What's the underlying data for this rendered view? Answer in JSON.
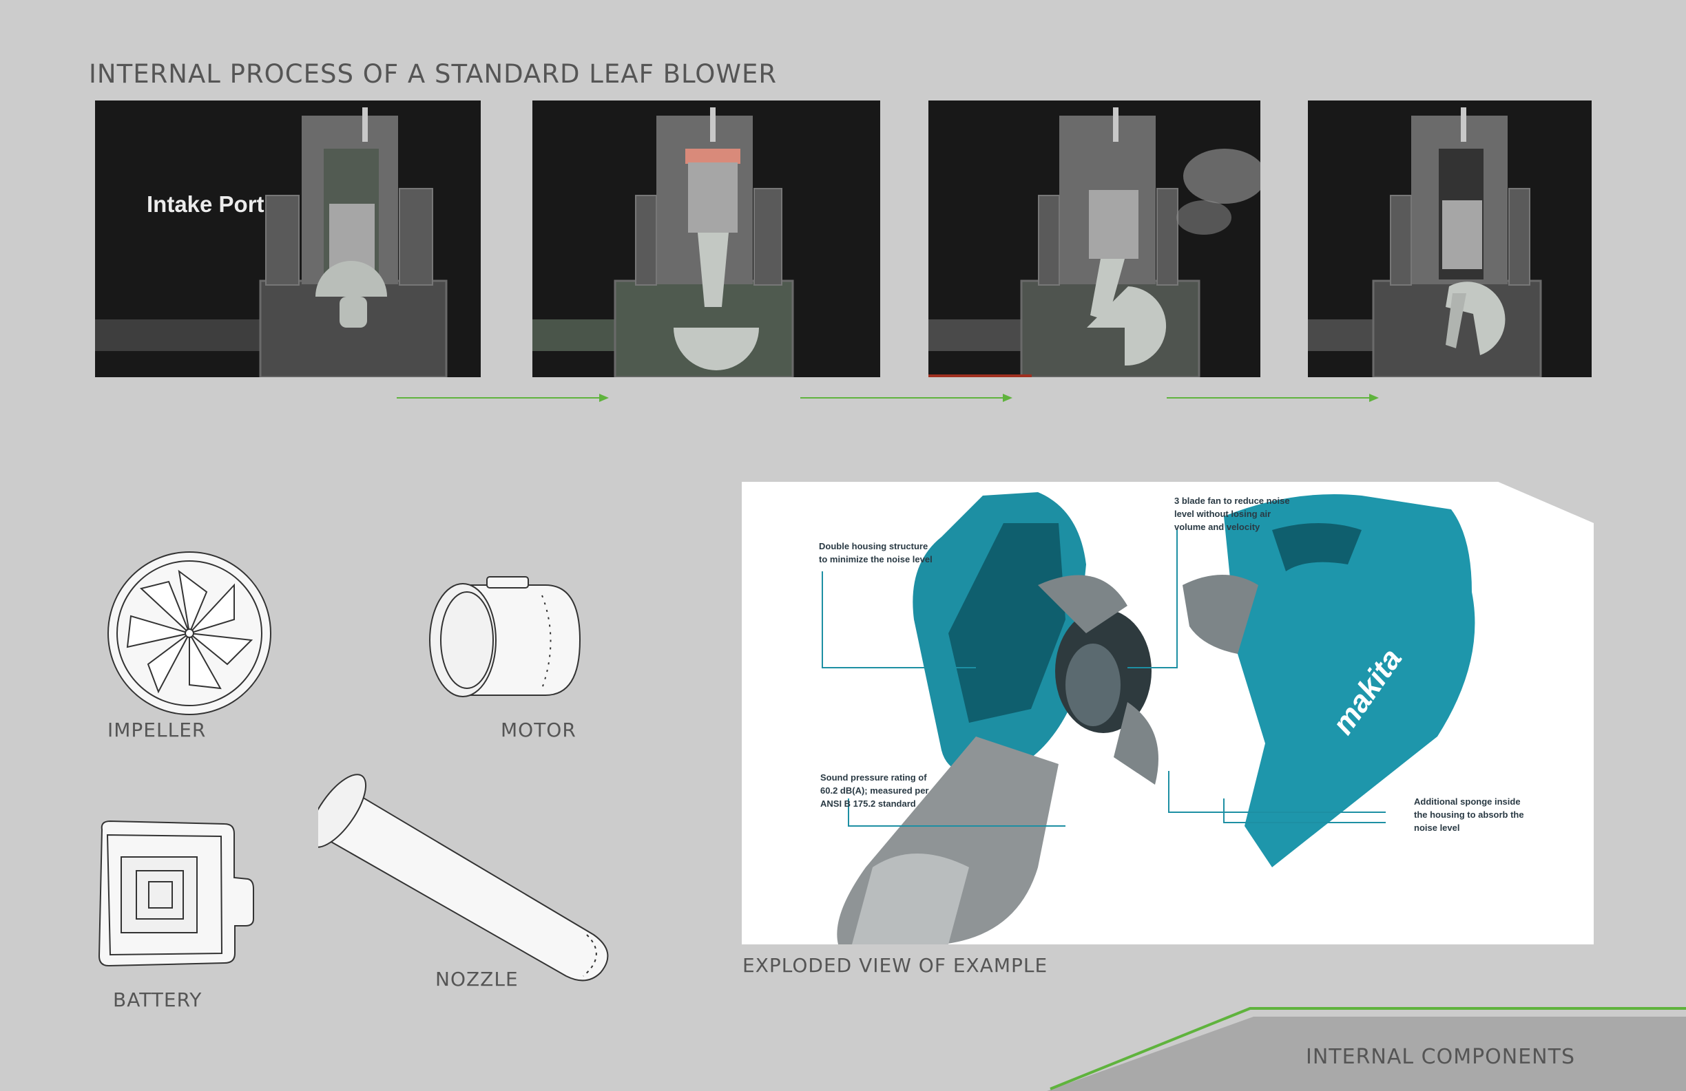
{
  "title": "INTERNAL PROCESS OF A STANDARD LEAF BLOWER",
  "process_frames": [
    {
      "label": "Intake Port"
    },
    {
      "label": ""
    },
    {
      "label": ""
    },
    {
      "label": ""
    }
  ],
  "components": {
    "impeller": "IMPELLER",
    "motor": "MOTOR",
    "battery": "BATTERY",
    "nozzle": "NOZZLE"
  },
  "exploded_view": {
    "caption": "EXPLODED VIEW OF EXAMPLE",
    "callouts": {
      "double_housing": "Double housing structure to minimize the noise level",
      "three_blade": "3 blade fan to reduce noise level without losing air volume and velocity",
      "sound_pressure": "Sound pressure rating of 60.2 dB(A); measured per ANSI B 175.2 standard",
      "sponge": "Additional sponge inside the housing to absorb the noise level"
    },
    "brand_mark": "makita"
  },
  "footer": {
    "label": "INTERNAL COMPONENTS"
  },
  "colors": {
    "background": "#cccccc",
    "accent_green": "#5fb33d",
    "frame_dark": "#181818",
    "blower_teal": "#1d8fa3"
  }
}
